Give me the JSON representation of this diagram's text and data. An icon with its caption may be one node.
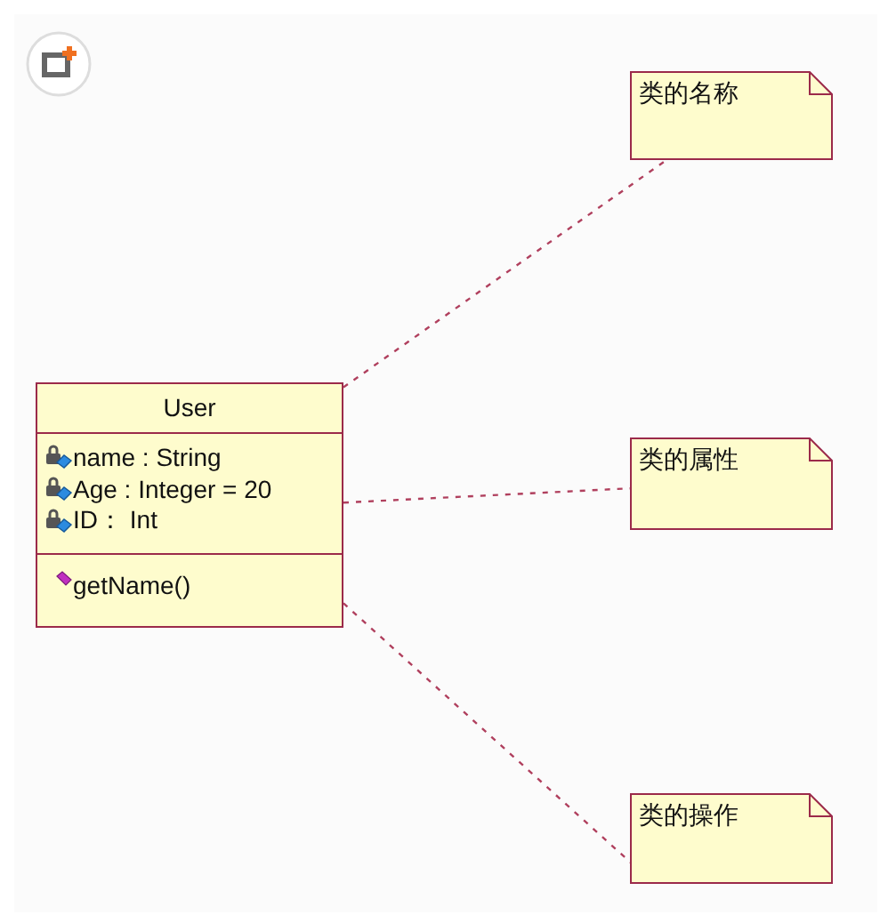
{
  "diagram": {
    "nodes": [
      {
        "text": [
          "User",
          "name : String",
          "Age : Integer = 20",
          "ID： Int",
          "getName()"
        ]
      },
      {
        "text": [
          "类的名称"
        ]
      },
      {
        "text": [
          "类的属性"
        ]
      },
      {
        "text": [
          "类的操作"
        ]
      }
    ],
    "edges": [
      {
        "from": 0,
        "to": 1,
        "arrow": "none",
        "style": "dashed"
      },
      {
        "from": 0,
        "to": 2,
        "arrow": "none",
        "style": "dashed"
      },
      {
        "from": 0,
        "to": 3,
        "arrow": "none",
        "style": "dashed"
      }
    ]
  }
}
